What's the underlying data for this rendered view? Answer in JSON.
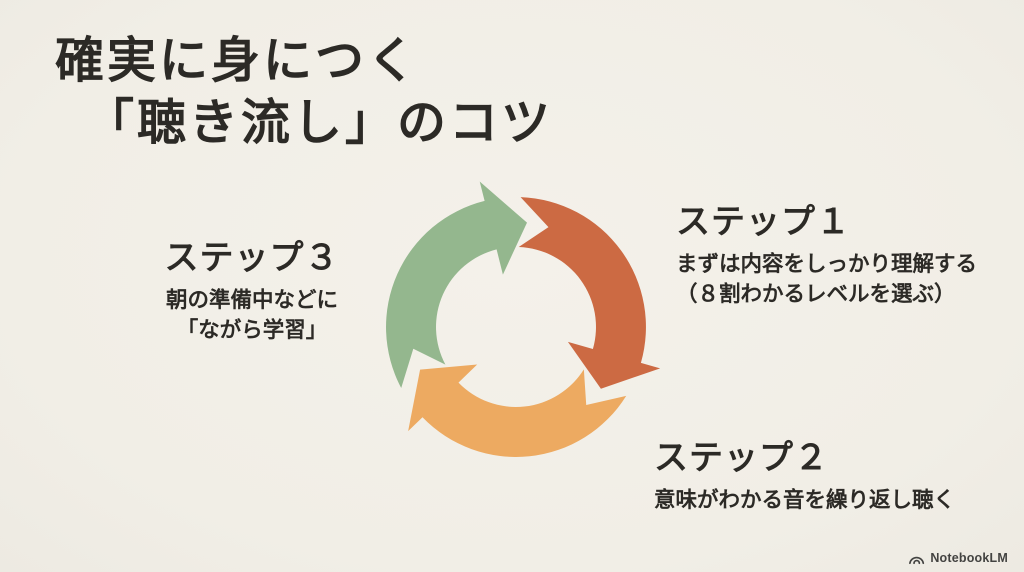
{
  "slide": {
    "title_line1": "確実に身につく",
    "title_line2": "「聴き流し」のコツ"
  },
  "steps": [
    {
      "heading": "ステップ１",
      "lines": [
        "まずは内容をしっかり理解する",
        "（８割わかるレベルを選ぶ）"
      ]
    },
    {
      "heading": "ステップ２",
      "lines": [
        "意味がわかる音を繰り返し聴く"
      ]
    },
    {
      "heading": "ステップ３",
      "lines": [
        "朝の準備中などに",
        "「ながら学習」"
      ]
    }
  ],
  "cycle": {
    "type": "cycle-arrows",
    "direction": "clockwise",
    "arrow_colors": {
      "step1_terracotta": "#cc6a43",
      "step2_orange": "#edaa61",
      "step3_green": "#94b78e"
    }
  },
  "footer": {
    "brand": "NotebookLM"
  },
  "colors": {
    "background": "#f2efe8",
    "text": "#2c2a26"
  }
}
